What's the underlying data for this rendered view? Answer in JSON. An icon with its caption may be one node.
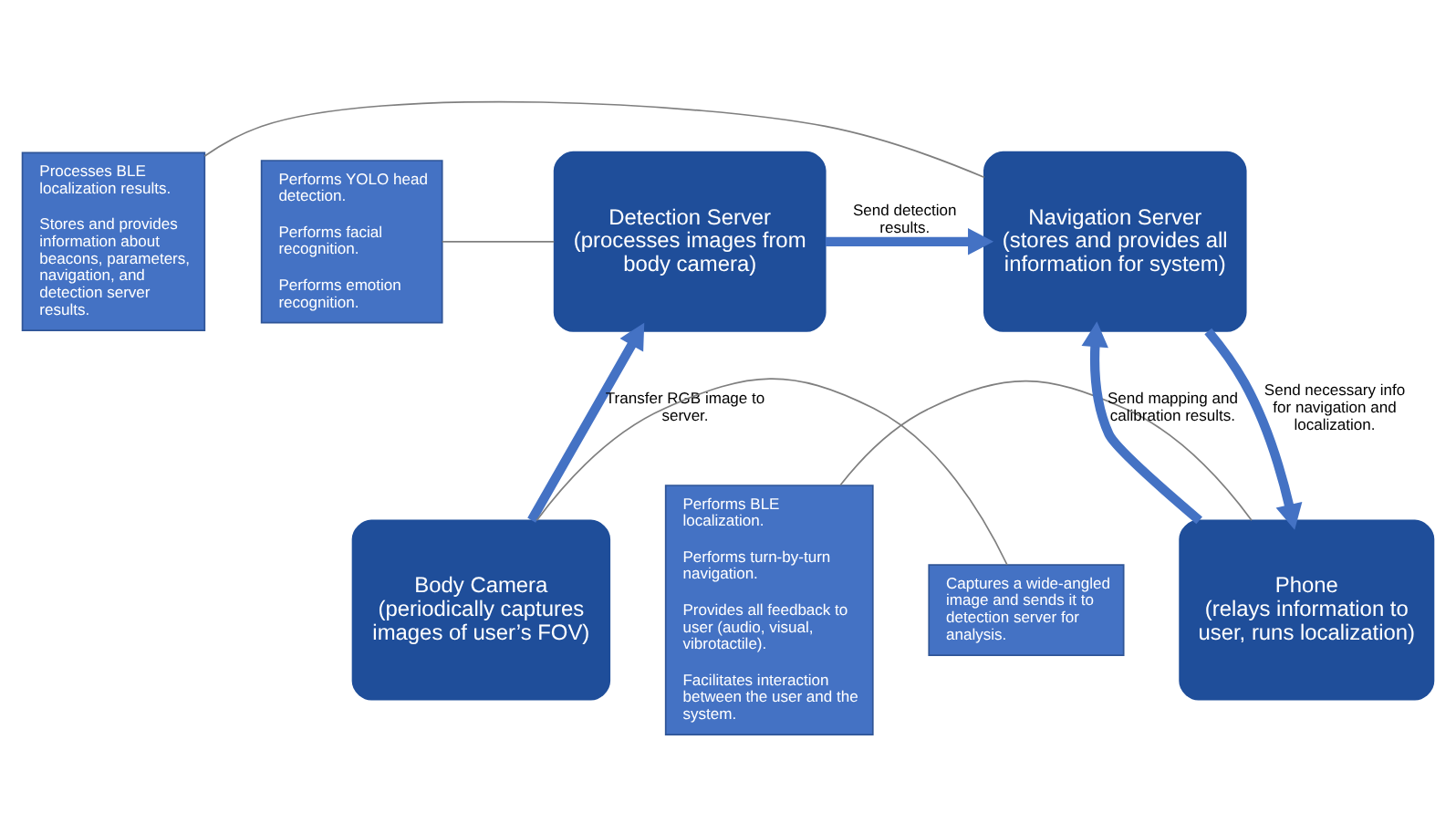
{
  "diagram": {
    "nodes": [
      {
        "text": [
          "Processes BLE localization results.",
          "Stores and provides information about beacons, parameters, navigation, and detection server results."
        ]
      },
      {
        "text": [
          "Navigation Server",
          "(stores and provides all information for system)"
        ]
      },
      {
        "text": [
          "Detection Server",
          "(processes images from body camera)"
        ]
      },
      {
        "text": [
          "Performs YOLO head detection.",
          "Performs facial recognition.",
          "Performs emotion recognition."
        ]
      },
      {
        "text": [
          "Performs BLE localization.",
          "Performs turn-by-turn navigation.",
          "Provides all feedback to user (audio, visual, vibrotactile).",
          "Facilitates interaction between the user and the system."
        ]
      },
      {
        "text": [
          "Phone",
          "(relays information to user, runs localization)"
        ]
      },
      {
        "text": [
          "Body Camera",
          "(periodically captures images of user’s FOV)"
        ]
      },
      {
        "text": [
          "Captures a wide-angled image and sends it to detection server for analysis."
        ]
      }
    ],
    "edges": [
      {
        "from": 0,
        "to": 1,
        "arrow": "none"
      },
      {
        "from": 2,
        "to": 1,
        "arrow": "to",
        "label": "Send detection results.",
        "style": "thick",
        "color": "#4472c4"
      },
      {
        "from": 3,
        "to": 2,
        "arrow": "none"
      },
      {
        "from": 5,
        "to": 1,
        "arrow": "to",
        "label": "Send mapping and calibration results.",
        "style": "thick",
        "color": "#4472c4"
      },
      {
        "from": 1,
        "to": 5,
        "arrow": "to",
        "label": "Send necessary info for navigation and localization.",
        "style": "thick",
        "color": "#4472c4"
      },
      {
        "from": 6,
        "to": 2,
        "arrow": "to",
        "label": "Transfer RGB image to server.",
        "style": "thick",
        "color": "#4472c4"
      },
      {
        "from": 4,
        "to": 5,
        "arrow": "none"
      },
      {
        "from": 7,
        "to": 6,
        "arrow": "none"
      }
    ]
  }
}
